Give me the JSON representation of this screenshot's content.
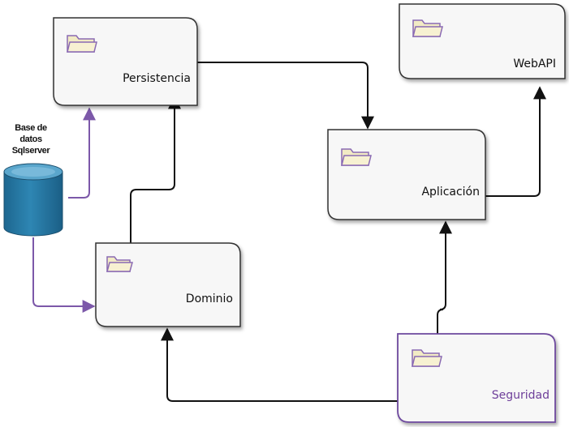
{
  "nodes": {
    "persistencia": {
      "label": "Persistencia"
    },
    "webapi": {
      "label": "WebAPI"
    },
    "aplicacion": {
      "label": "Aplicación"
    },
    "dominio": {
      "label": "Dominio"
    },
    "seguridad": {
      "label": "Seguridad"
    }
  },
  "database": {
    "label_lines": [
      "Base de",
      "datos",
      "Sqlserver"
    ]
  },
  "colors": {
    "box_fill": "#f7f7f7",
    "box_border": "#333333",
    "seguridad_border": "#6e4a9e",
    "seguridad_text": "#6e3f9a",
    "connector_dark": "#111111",
    "connector_purple": "#7c58a9",
    "folder_fill": "#f2ebc4",
    "folder_stroke": "#8a6ab3",
    "database_fill": "#2577a0"
  },
  "icons": {
    "package": "folder-icon",
    "database": "database-icon"
  }
}
